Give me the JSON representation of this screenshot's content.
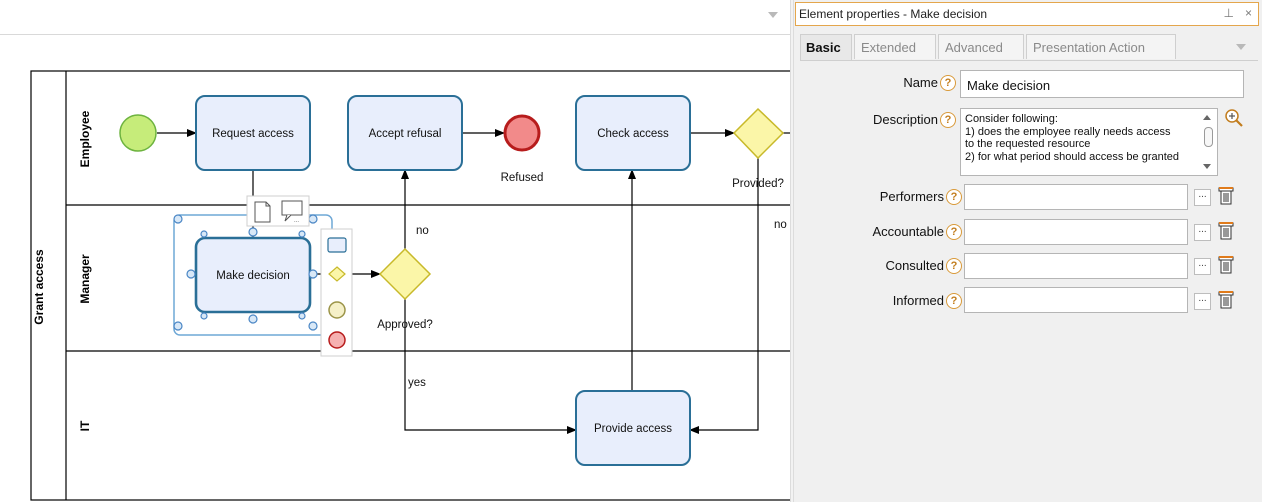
{
  "diagram": {
    "pool_label": "Grant access",
    "lanes": [
      "Employee",
      "Manager",
      "IT"
    ],
    "tasks": {
      "request_access": "Request access",
      "accept_refusal": "Accept refusal",
      "check_access": "Check access",
      "make_decision": "Make decision",
      "provide_access": "Provide access"
    },
    "events": {
      "refused": "Refused"
    },
    "gateways": {
      "approved": "Approved?",
      "provided": "Provided?"
    },
    "flow_labels": {
      "no_approved": "no",
      "yes_approved": "yes",
      "no_provided": "no"
    }
  },
  "panel": {
    "title": "Element properties - Make decision",
    "pin_icon": "⊥",
    "close_icon": "×",
    "tabs": [
      "Basic",
      "Extended",
      "Advanced",
      "Presentation Action"
    ],
    "active_tab": "Basic",
    "help_glyph": "?",
    "fields": {
      "name_label": "Name",
      "name_value": "Make decision",
      "description_label": "Description",
      "description_lines": [
        "Consider following:",
        "1) does the employee really needs access",
        "to the requested resource",
        "2) for what period should access be granted"
      ],
      "performers_label": "Performers",
      "accountable_label": "Accountable",
      "consulted_label": "Consulted",
      "informed_label": "Informed",
      "browse_button": "..."
    }
  },
  "colors": {
    "task_fill": "#e8eefc",
    "task_stroke": "#2a6f97",
    "start_fill": "#c6ec7a",
    "start_stroke": "#6db33f",
    "end_fill": "#f28a8a",
    "end_stroke": "#b71c1c",
    "gateway_fill": "#fbf6a8",
    "gateway_stroke": "#c8b92a",
    "selection": "#6fa8d6",
    "panel_title_border": "#e4a64c"
  }
}
